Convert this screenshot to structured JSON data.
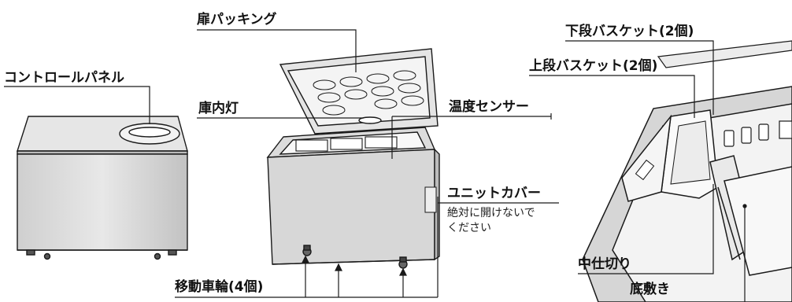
{
  "labels": {
    "control_panel": "コントロールパネル",
    "door_gasket": "扉パッキング",
    "interior_light": "庫内灯",
    "temp_sensor": "温度センサー",
    "unit_cover": "ユニットカバー",
    "unit_cover_note_1": "絶対に開けないで",
    "unit_cover_note_2": "ください",
    "casters": "移動車輪(4個)",
    "lower_basket": "下段バスケット(2個)",
    "upper_basket": "上段バスケット(2個)",
    "divider": "中仕切り",
    "bottom_mat": "底敷き"
  },
  "colors": {
    "stroke": "#1a1a1a",
    "body_fill": "#d9d9d9",
    "body_shade": "#bdbdbd",
    "light_fill": "#f2f2f2"
  }
}
